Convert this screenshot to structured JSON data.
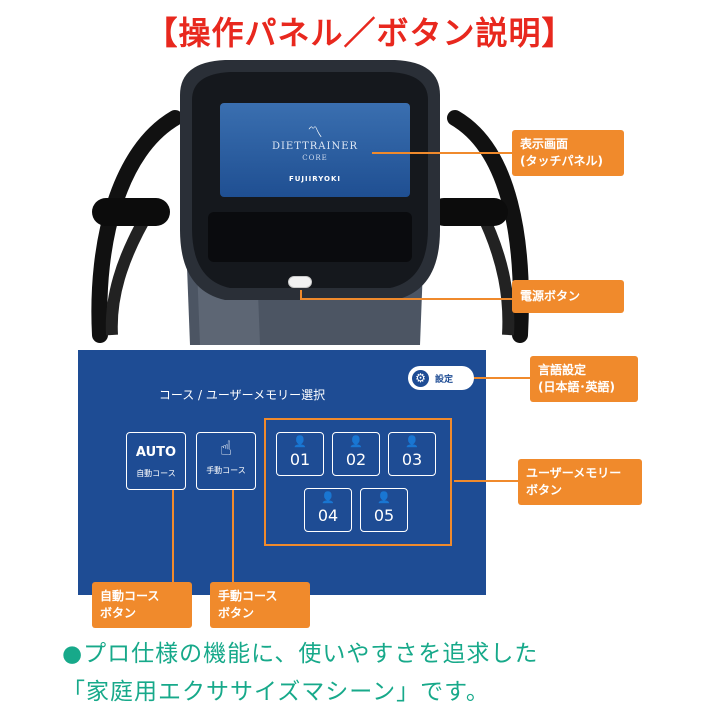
{
  "title": "【操作パネル／ボタン説明】",
  "device": {
    "screen_logo": "〽",
    "screen_brand": "DIETTRAINER",
    "screen_sub": "CORE",
    "screen_maker": "FUJIIRYOKI"
  },
  "callouts": {
    "display": "表示画面\n(タッチパネル)",
    "power": "電源ボタン",
    "language": "言語設定\n(日本語･英語)",
    "memory": "ユーザーメモリー\nボタン",
    "auto": "自動コース\nボタン",
    "manual": "手動コース\nボタン"
  },
  "panel": {
    "heading": "コース / ユーザーメモリー選択",
    "settings_label": "設定",
    "auto_big": "AUTO",
    "auto_label": "自動コース",
    "manual_label": "手動コース",
    "memory": [
      "01",
      "02",
      "03",
      "04",
      "05"
    ]
  },
  "footer": {
    "line1": "●プロ仕様の機能に、使いやすさを追求した",
    "line2": "「家庭用エクササイズマシーン」です。"
  },
  "colors": {
    "title": "#e8281e",
    "callout": "#f08a2c",
    "panel": "#1e4c94",
    "footer": "#17a98a"
  }
}
